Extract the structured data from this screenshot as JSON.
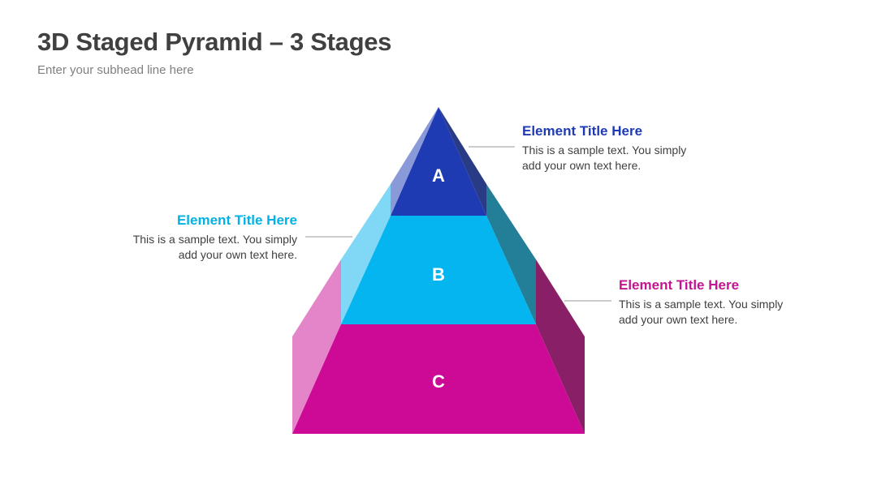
{
  "header": {
    "title": "3D Staged Pyramid – 3 Stages",
    "subtitle": "Enter your subhead line here"
  },
  "stages": [
    {
      "letter": "A",
      "title": "Element Title Here",
      "text_line1": "This is a sample text. You simply",
      "text_line2": "add your own text here.",
      "color": "#1f3bb3"
    },
    {
      "letter": "B",
      "title": "Element Title Here",
      "text_line1": "This is a sample text. You simply",
      "text_line2": "add your own text here.",
      "color": "#00b2ee"
    },
    {
      "letter": "C",
      "title": "Element Title Here",
      "text_line1": "This is a sample text. You simply",
      "text_line2": "add your own text here.",
      "color": "#cc0a96"
    }
  ]
}
